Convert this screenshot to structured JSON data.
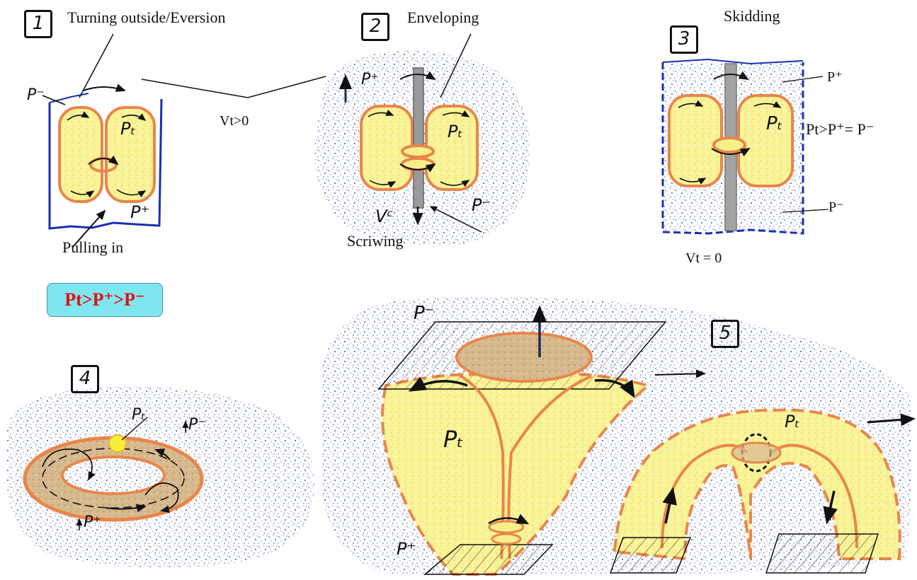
{
  "colors": {
    "fluid_yellow": "#f7f08a",
    "outline_orange": "#e8864a",
    "tank_blue": "#1a2fb5",
    "speckle_blue": "#6b7db8",
    "badge_fill": "#7fe6ef",
    "badge_text": "#e01010",
    "brown_fill": "#c9a57a"
  },
  "panels": {
    "p1": {
      "number": "1",
      "title": "Turning outside/Eversion",
      "bottom_caption": "Pulling in",
      "velocity": "Vt>0",
      "labels": {
        "p_minus": "P⁻",
        "p_plus": "P⁺",
        "pt": "Pₜ"
      }
    },
    "p2": {
      "number": "2",
      "title": "Enveloping",
      "bottom_caption": "Scriwing",
      "labels": {
        "p_plus": "P⁺",
        "p_minus": "P⁻",
        "pt": "Pₜ",
        "vc": "Vᶜ"
      }
    },
    "p3": {
      "number": "3",
      "title": "Skidding",
      "velocity": "Vt = 0",
      "relation": "Pt>P⁺= P⁻",
      "labels": {
        "p_plus": "P⁺",
        "p_minus": "P⁻",
        "pt": "Pₜ"
      }
    },
    "p4": {
      "number": "4",
      "labels": {
        "pt": "Pₜ",
        "p_minus": "P⁻",
        "p_plus": "P⁺"
      }
    },
    "p5": {
      "number": "5",
      "labels": {
        "p_minus": "P⁻",
        "p_plus": "P⁺",
        "pt_left": "Pₜ",
        "pt_right": "Pₜ"
      }
    }
  },
  "badge": {
    "text": "Pt>P⁺>P⁻"
  },
  "icons": [
    "rotation-arrow-icon",
    "flow-arrow-icon",
    "pointer-line-icon"
  ]
}
